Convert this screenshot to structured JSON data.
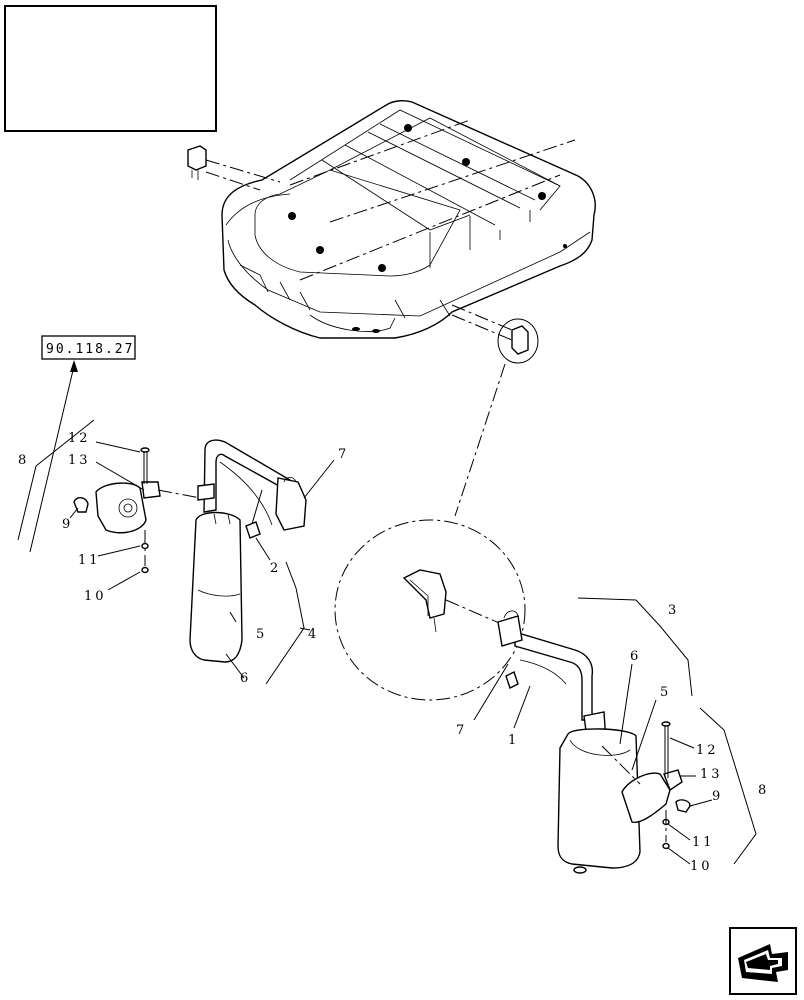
{
  "title_box": {
    "text": ""
  },
  "reference": {
    "label": "90.118.27"
  },
  "callouts": {
    "left_8": "8",
    "left_12": "12",
    "left_13": "13",
    "left_9": "9",
    "left_11": "11",
    "left_10": "10",
    "left_7": "7",
    "left_2": "2",
    "left_5": "5",
    "left_4": "4",
    "left_6": "6",
    "right_3": "3",
    "right_6": "6",
    "right_5": "5",
    "right_7": "7",
    "right_1": "1",
    "right_12": "12",
    "right_13": "13",
    "right_9": "9",
    "right_11": "11",
    "right_10": "10",
    "right_8": "8"
  },
  "nav": {
    "icon": "arrow-icon"
  }
}
